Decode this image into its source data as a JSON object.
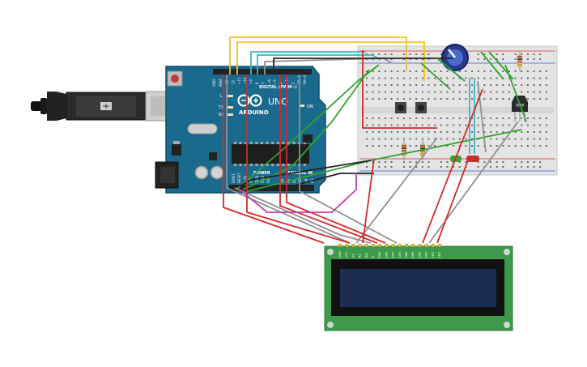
{
  "board": {
    "brand": "ARDUINO",
    "model": "UNO",
    "digital_label": "DIGITAL (PWM~)",
    "power_label": "POWER",
    "analog_label": "ANALOG IN",
    "tx_label": "TX",
    "rx_label": "RX",
    "l_label": "L",
    "on_label": "ON",
    "aref_label": "AREF",
    "gnd_label": "GND",
    "digital_pins": [
      "13",
      "12",
      "~11",
      "~10",
      "~9",
      "8",
      "7",
      "~6",
      "~5",
      "4",
      "~3",
      "2",
      "TX→1",
      "RX←0"
    ],
    "power_pins": [
      "IOREF",
      "RESET",
      "3.3V",
      "5V",
      "GND",
      "GND",
      "Vin"
    ],
    "analog_pins": [
      "A0",
      "A1",
      "A2",
      "A3",
      "A4",
      "A5"
    ]
  },
  "temp_sensor": {
    "label": "TMP"
  },
  "lcd": {
    "pins": [
      "GND",
      "VCC",
      "V0",
      "RS",
      "RW",
      "E",
      "DB0",
      "DB1",
      "DB2",
      "DB3",
      "DB4",
      "DB5",
      "DB6",
      "DB7",
      "LED",
      "LED"
    ]
  },
  "colors": {
    "board": "#1a6a8e",
    "breadboard": "#e4e4e4",
    "lcd_pcb": "#3c9a4a",
    "lcd_screen": "#1a2c52",
    "wire_red": "#d42a2a",
    "wire_gray": "#909090",
    "wire_black": "#222222",
    "wire_green": "#2ea32e",
    "wire_cyan": "#3fb4c4",
    "wire_yellow": "#f0c020",
    "wire_magenta": "#c43cb4"
  }
}
